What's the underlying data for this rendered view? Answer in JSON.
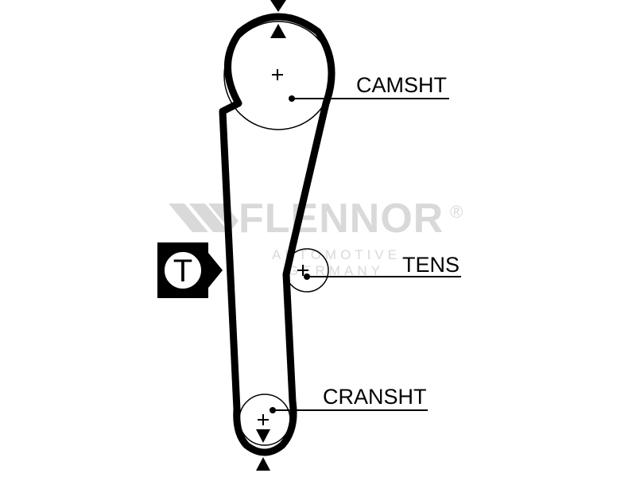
{
  "watermark": {
    "brand": "FLENNOR",
    "registered": "®",
    "line1": "AUTOMOTIVE",
    "line2": "GERMANY"
  },
  "labels": {
    "camshaft": "CAMSHT",
    "tensioner": "TENS",
    "crankshaft": "CRANSHT"
  },
  "badge": {
    "letter": "T"
  },
  "colors": {
    "belt": "#000000",
    "watermark": "#d9d9d9",
    "background": "#ffffff"
  }
}
